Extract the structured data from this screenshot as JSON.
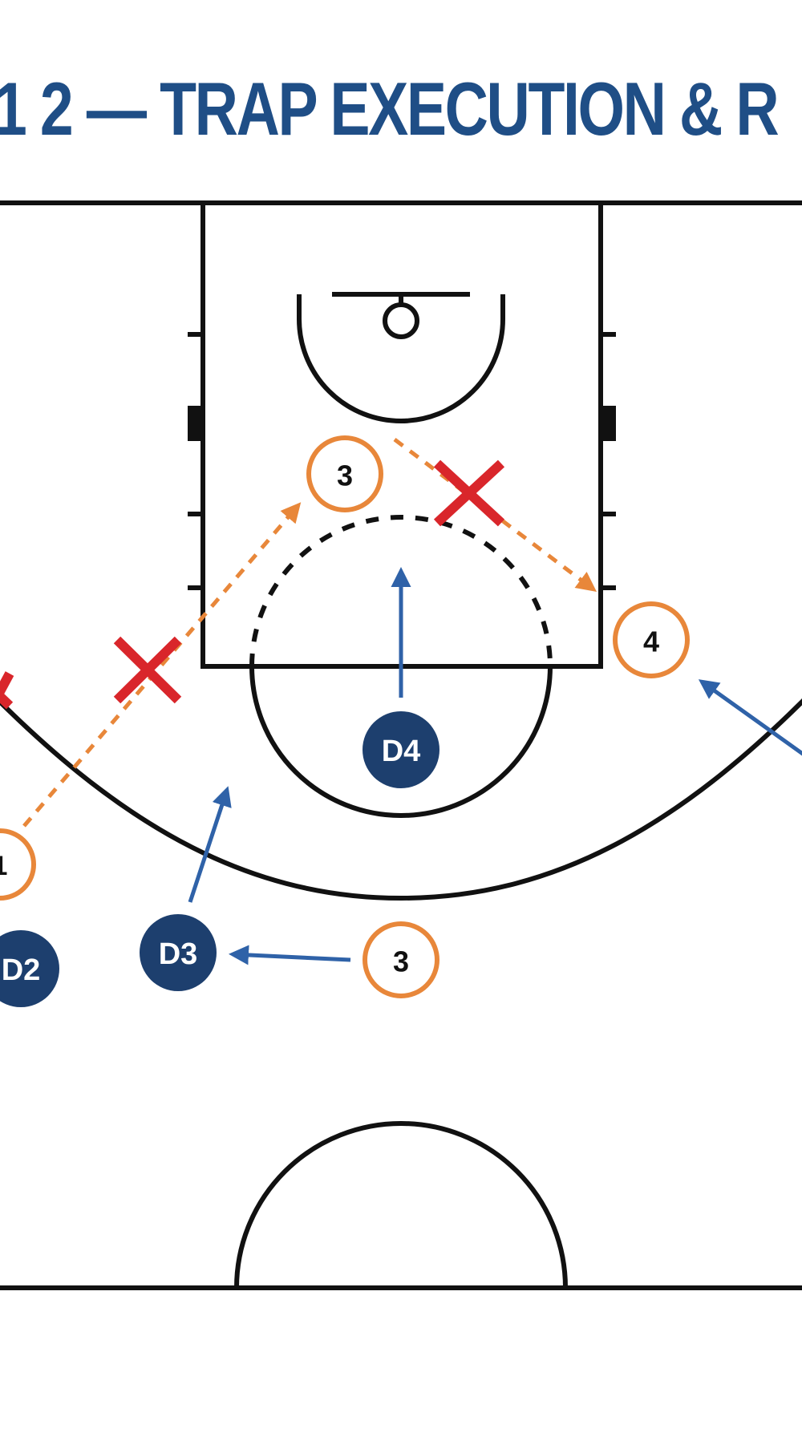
{
  "title": "1 2 — TRAP EXECUTION & R",
  "colors": {
    "court_line": "#111111",
    "title": "#1f4e86",
    "offense": "#e8873a",
    "defense_fill": "#1d3f6e",
    "defense_arrow": "#2f62a8",
    "deny_mark": "#d9262b"
  },
  "players": {
    "offense_3_paint": "3",
    "offense_4_wing": "4",
    "offense_3_top": "3",
    "offense_1_left": "1",
    "defense_d4": "D4",
    "defense_d3": "D3",
    "defense_d2": "D2"
  },
  "icons": {
    "deny_mark": "red-x-icon",
    "pass_path": "dashed-orange-arrow",
    "defender_move": "solid-blue-arrow"
  }
}
